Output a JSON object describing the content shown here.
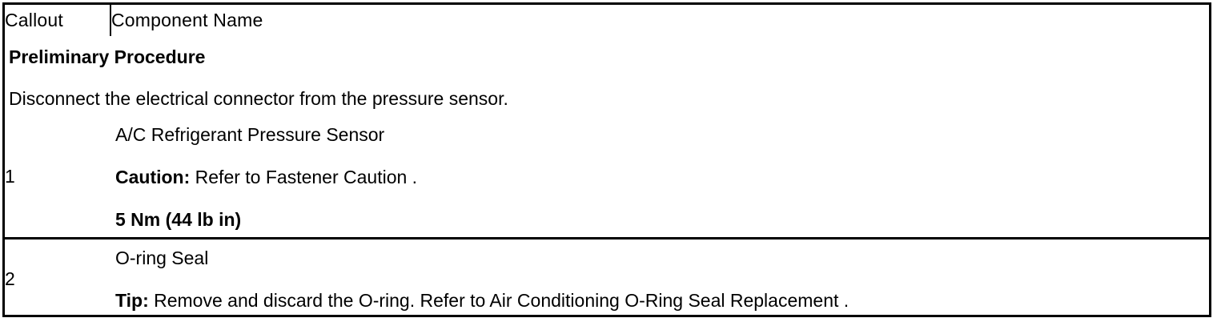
{
  "table": {
    "columns": [
      {
        "id": "callout",
        "header": "Callout"
      },
      {
        "id": "component_name",
        "header": "Component Name"
      }
    ],
    "preliminary": {
      "title": "Preliminary Procedure",
      "text": "Disconnect the electrical connector from the pressure sensor."
    },
    "rows": [
      {
        "callout": "1",
        "lines": [
          {
            "label": "",
            "text": "A/C Refrigerant Pressure Sensor",
            "bold_all": false
          },
          {
            "label": "Caution:",
            "text": " Refer to Fastener Caution .",
            "bold_all": false
          },
          {
            "label": "",
            "text": "5 Nm (44 lb in)",
            "bold_all": true
          }
        ]
      },
      {
        "callout": "2",
        "lines": [
          {
            "label": "",
            "text": "O-ring Seal",
            "bold_all": false
          },
          {
            "label": "Tip:",
            "text": " Remove and discard the O-ring. Refer to Air Conditioning O-Ring Seal Replacement .",
            "bold_all": false
          }
        ]
      }
    ]
  },
  "colors": {
    "border": "#000000",
    "text": "#000000",
    "background": "#ffffff"
  }
}
